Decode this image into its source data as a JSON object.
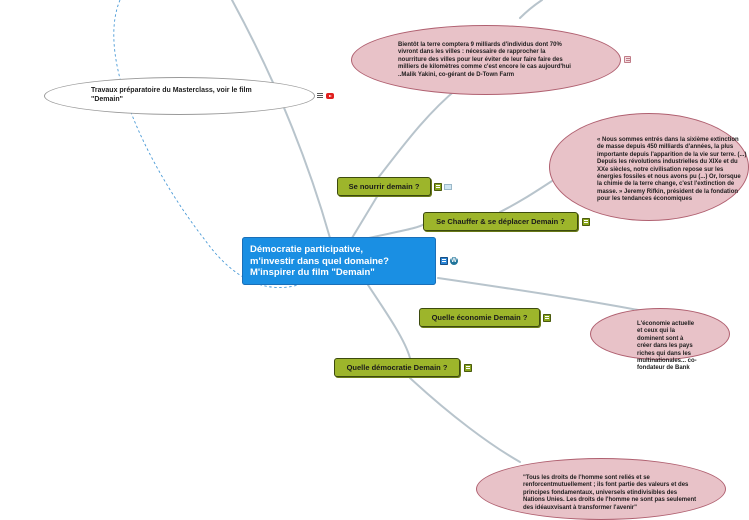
{
  "central": {
    "lines": [
      "Démocratie participative,",
      "m'investir dans quel domaine?",
      "M'inspirer du film \"Demain\""
    ]
  },
  "topics": {
    "nourrir": "Se nourrir demain ?",
    "chauffer": "Se Chauffer & se déplacer Demain ?",
    "economie": "Quelle économie Demain ?",
    "democratie": "Quelle démocratie Demain ?"
  },
  "notes": {
    "travaux": "Travaux préparatoire du Masterclass, voir le film \"Demain\"",
    "nourrir_quote": "Bientôt la terre comptera 9 milliards d'individus dont 70% vivront dans les villes : nécessaire de rapprocher la nourriture des villes pour leur éviter de leur faire faire des milliers de kilomètres comme c'est encore le cas aujourd'hui ..Malik Yakini, co-gérant de D-Town Farm",
    "chauffer_quote": "« Nous sommes entrés dans la sixième extinction de masse depuis 450 milliards d'années, la plus importante depuis l'apparition de la vie sur terre. (...) Depuis les révolutions industrielles du XIXe et du XXe siècles, notre civilisation repose sur les énergies fossiles et nous avons pu (...) Or, lorsque la chimie de la terre change, c'est l'extinction de masse. » Jeremy Rifkin, président de la fondation pour les tendances économiques",
    "economie_quote": "L'économie actuelle et ceux qui la dominent sont à créer dans les pays riches qui dans les multinationales... co-fondateur de Bank",
    "democratie_quote": "\"Tous les droits de l'homme sont reliés et se renforcentmutuellement ; ils font partie des valeurs et des principes fondamentaux, universels etindivisibles des Nations Unies. Les droits de l'homme ne sont pas seulement des idéauxvisant à transformer l'avenir\""
  },
  "icons": {
    "note": "note-icon",
    "youtube": "youtube-icon",
    "image": "image-icon",
    "wordpress": "wordpress-icon"
  },
  "colors": {
    "central": "#1a8fe3",
    "topic": "#9db52b",
    "quote_bubble": "#e8c2c8",
    "branch": "#b8c4cc",
    "dashed_link": "#4a9ad6"
  }
}
